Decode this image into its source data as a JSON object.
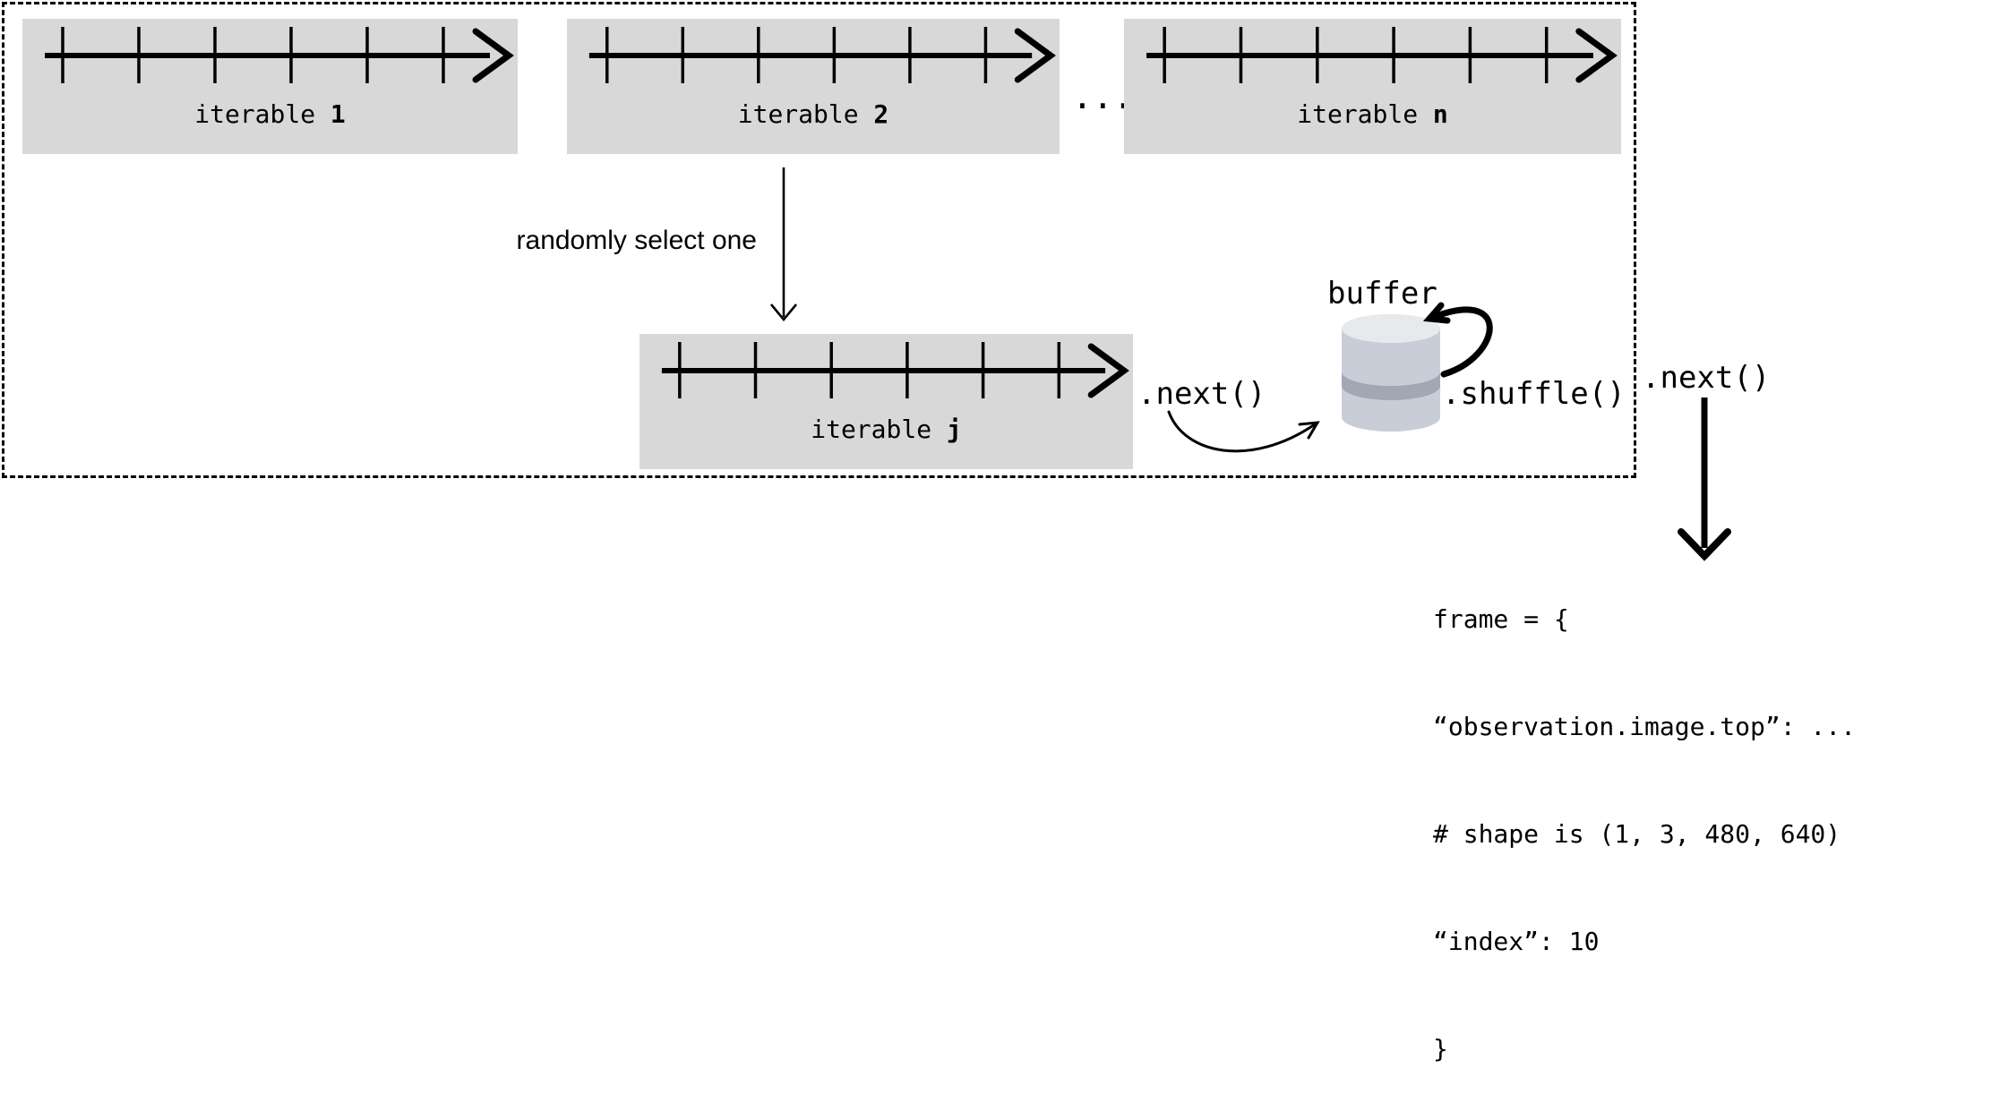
{
  "diagram": {
    "iterables": [
      {
        "label": "iterable",
        "id": "1"
      },
      {
        "label": "iterable",
        "id": "2"
      },
      {
        "label": "iterable",
        "id": "n"
      },
      {
        "label": "iterable",
        "id": "j"
      }
    ],
    "ellipsis": "...",
    "select_label": "randomly select one",
    "next_label_1": ".next()",
    "buffer_label": "buffer",
    "shuffle_label": ".shuffle()",
    "next_label_2": ".next()",
    "code_lines": [
      "frame = {",
      "“observation.image.top”: ...",
      "# shape is (1, 3, 480, 640)",
      "“index”: 10",
      "}"
    ],
    "colors": {
      "box_fill": "#d8d8d8",
      "ink": "#000000",
      "cylinder_body": "#c9cdd8",
      "cylinder_top": "#e7e9ed",
      "cylinder_band": "#a2a8b3"
    }
  }
}
